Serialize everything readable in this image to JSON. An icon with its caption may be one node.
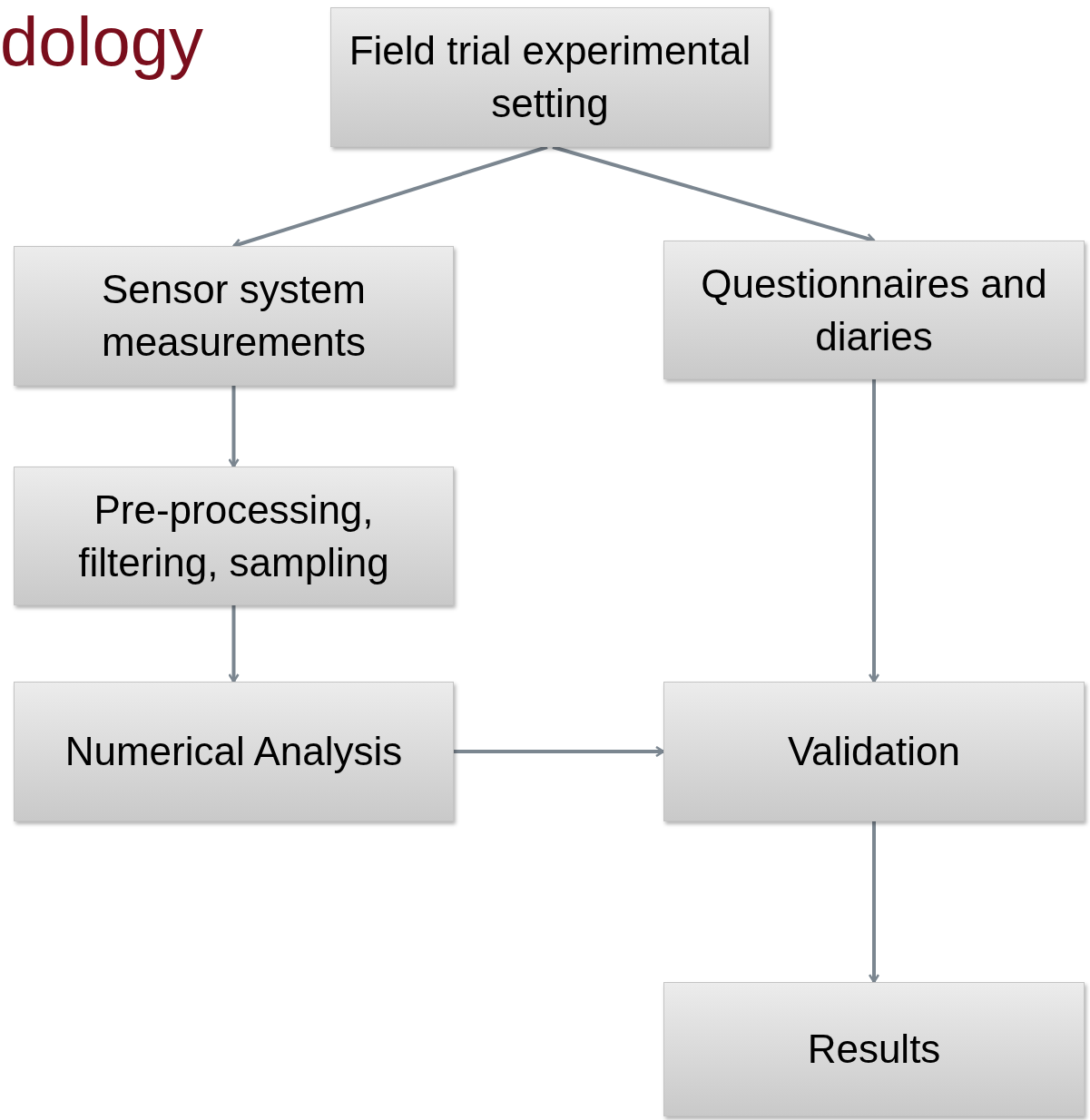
{
  "diagram": {
    "title": "dology",
    "nodes": [
      {
        "text": [
          "Field trial experimental setting"
        ]
      },
      {
        "text": [
          "Sensor system measurements"
        ]
      },
      {
        "text": [
          "Questionnaires and diaries"
        ]
      },
      {
        "text": [
          "Pre-processing, filtering, sampling"
        ]
      },
      {
        "text": [
          "Numerical Analysis"
        ]
      },
      {
        "text": [
          "Validation"
        ]
      },
      {
        "text": [
          "Results"
        ]
      }
    ],
    "edges": [
      {
        "from": 0,
        "to": 1,
        "arrow": "to"
      },
      {
        "from": 0,
        "to": 2,
        "arrow": "to"
      },
      {
        "from": 1,
        "to": 3,
        "arrow": "to"
      },
      {
        "from": 3,
        "to": 4,
        "arrow": "to"
      },
      {
        "from": 4,
        "to": 5,
        "arrow": "to"
      },
      {
        "from": 2,
        "to": 5,
        "arrow": "to"
      },
      {
        "from": 5,
        "to": 6,
        "arrow": "to"
      }
    ]
  }
}
